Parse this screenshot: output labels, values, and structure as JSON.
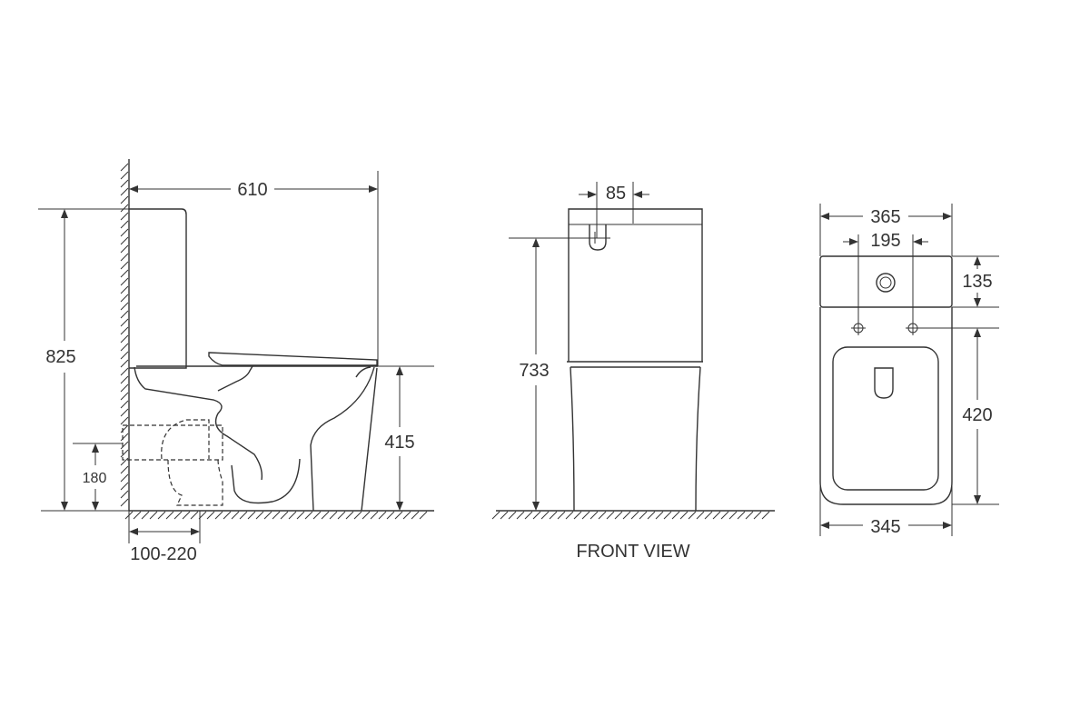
{
  "side_view": {
    "width_label": "610",
    "height_label": "825",
    "seat_height_label": "415",
    "outlet_height_label": "180",
    "rough_in_label": "100-220"
  },
  "front_view": {
    "caption": "FRONT VIEW",
    "button_offset_label": "85",
    "height_label": "733"
  },
  "top_view": {
    "tank_width_label": "365",
    "hole_spacing_label": "195",
    "tank_depth_label": "135",
    "bowl_length_label": "420",
    "bowl_width_label": "345"
  }
}
